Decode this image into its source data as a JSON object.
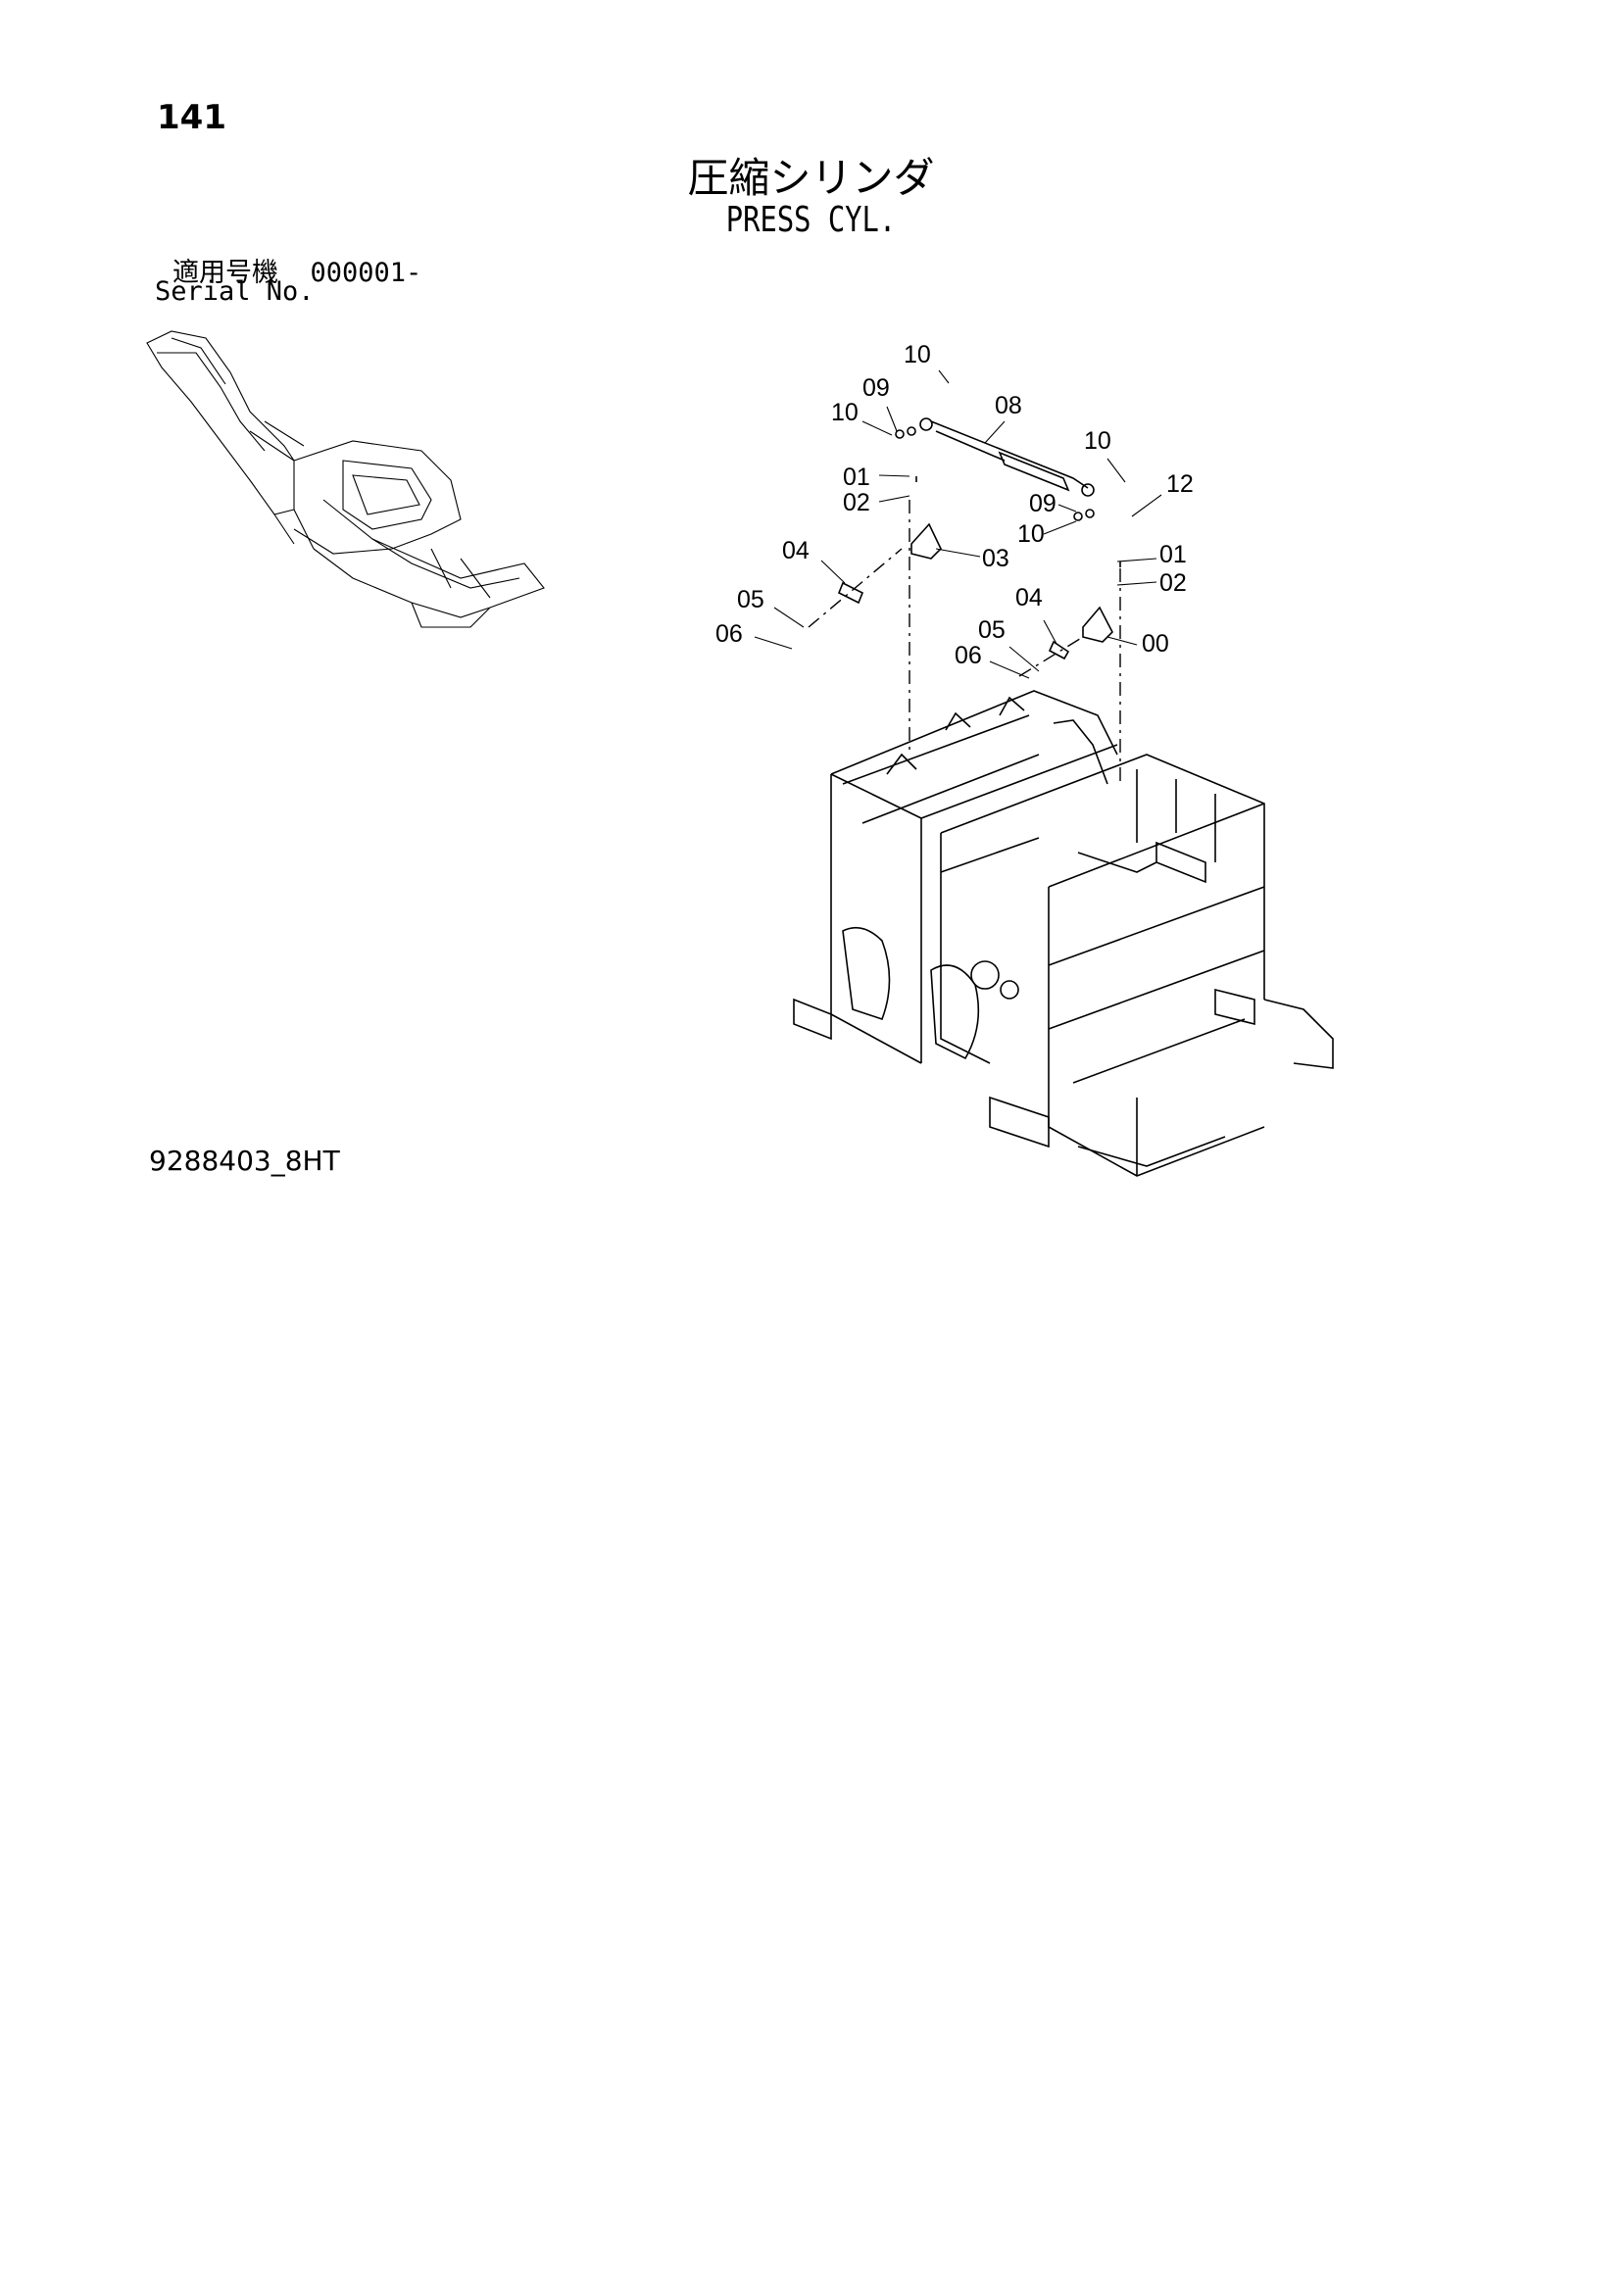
{
  "header": {
    "page_number": "141",
    "title_jp": "圧縮シリンダ",
    "title_en": "PRESS CYL.",
    "serial_label_jp": "適用号機",
    "serial_value": "000001-",
    "serial_label_en": "Serial No."
  },
  "callouts": [
    "10",
    "09",
    "10",
    "08",
    "10",
    "12",
    "01",
    "02",
    "09",
    "10",
    "04",
    "03",
    "01",
    "02",
    "05",
    "04",
    "06",
    "05",
    "06",
    "00"
  ],
  "footer": {
    "doc_code": "9288403_8HT"
  }
}
